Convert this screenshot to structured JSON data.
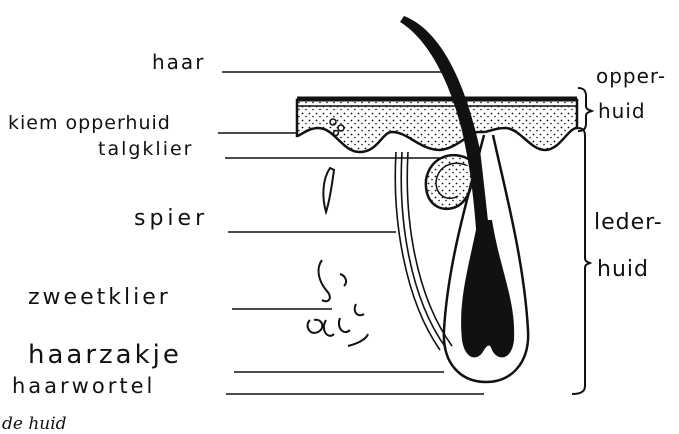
{
  "diagram": {
    "labels": {
      "haar": "haar",
      "kiem_opperhuid": "kiem opperhuid",
      "talgklier": "talgklier",
      "spier": "spier",
      "zweetklier": "zweetklier",
      "haarzakje": "haarzakje",
      "haarwortel": "haarwortel",
      "opperhuid_line1": "opper-",
      "opperhuid_line2": "huid",
      "lederhuid_line1": "leder-",
      "lederhuid_line2": "huid"
    },
    "colors": {
      "ink": "#111111",
      "background": "#ffffff"
    }
  },
  "caption": "de huid"
}
